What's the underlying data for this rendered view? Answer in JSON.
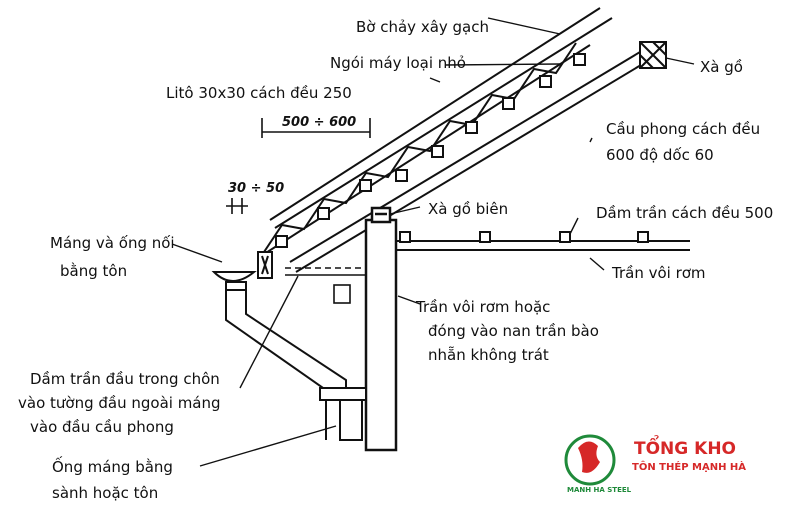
{
  "labels": {
    "gutter_edge": "Bờ chảy xây gạch",
    "tile": "Ngói máy loại nhỏ",
    "batten": "Litô 30x30 cách đều 250",
    "purlin": "Xà gồ",
    "rafter_line1": "Cầu phong cách đều",
    "rafter_line2": "600 độ dốc 60",
    "edge_purlin": "Xà gồ biên",
    "joist": "Dầm trần cách đều 500",
    "ceiling": "Trần vôi rơm",
    "gutter_line1": "Máng và ống nối",
    "gutter_line2": "bằng tôn",
    "alt_ceiling_line1": "Trần vôi rơm hoặc",
    "alt_ceiling_line2": "đóng vào nan trần bào",
    "alt_ceiling_line3": "nhẵn không trát",
    "end_joist_line1": "Dầm trần đầu trong chôn",
    "end_joist_line2": "vào tường đầu ngoài máng",
    "end_joist_line3": "vào đầu cầu phong",
    "downpipe_line1": "Ống máng bằng",
    "downpipe_line2": "sành hoặc tôn"
  },
  "dimensions": {
    "spacing": "500 ÷ 600",
    "thickness": "30 ÷ 50"
  },
  "brand": {
    "name": "TỔNG KHO",
    "subtitle": "TÔN THÉP MẠNH HÀ",
    "tagline": "MANH HA STEEL",
    "colors": {
      "red": "#d62828",
      "green": "#1f8a3a"
    }
  }
}
